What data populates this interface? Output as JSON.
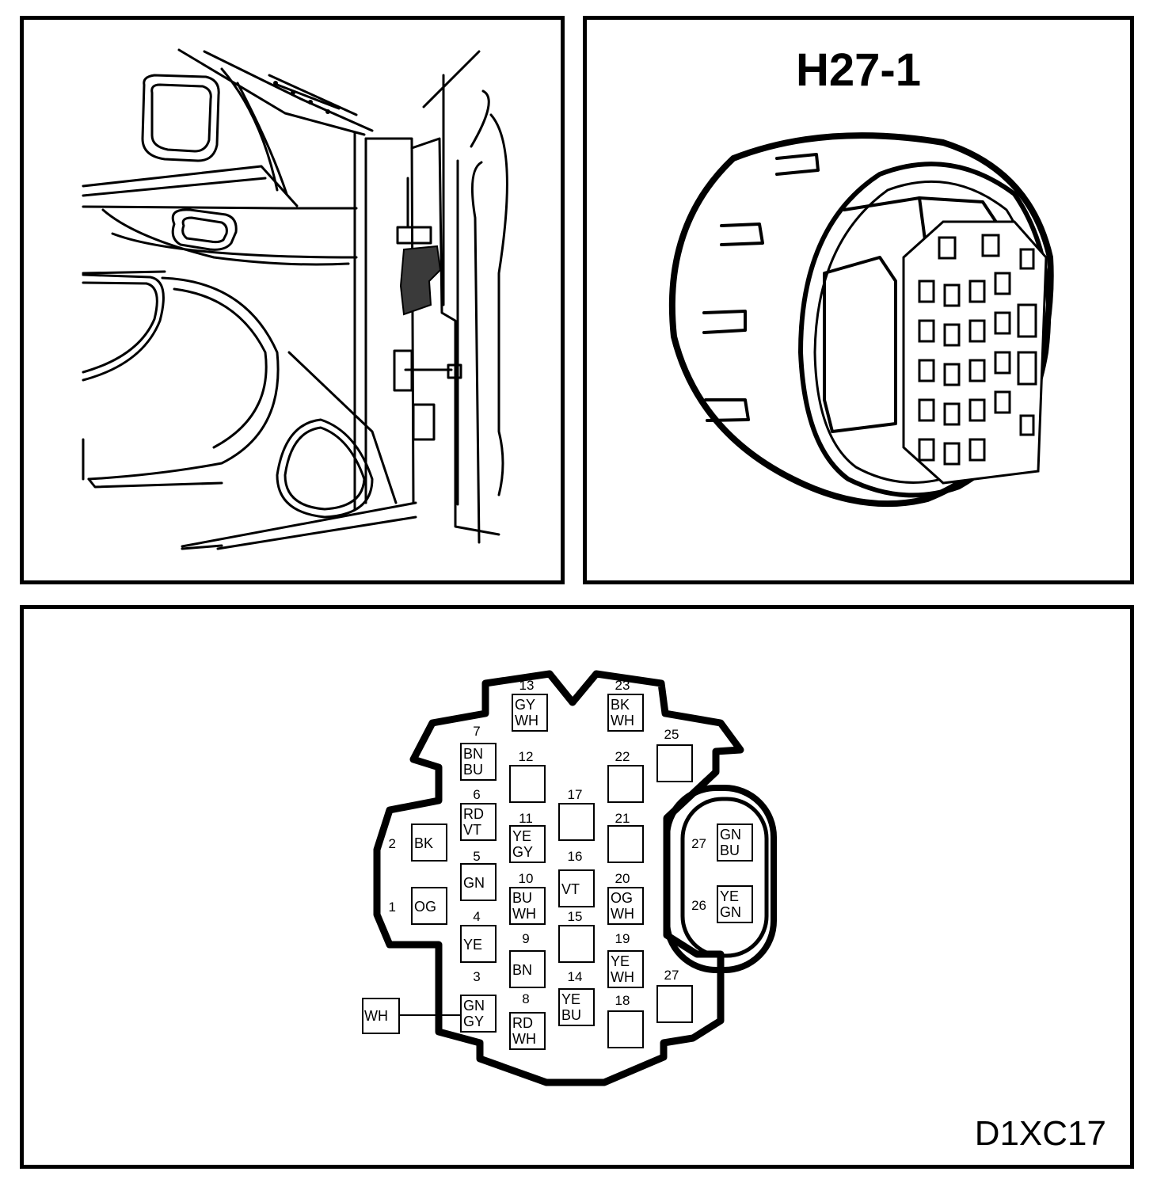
{
  "connector": {
    "title": "H27-1"
  },
  "figure_code": "D1XC17",
  "pins": [
    {
      "number": "13",
      "colors": [
        "GY",
        "WH"
      ]
    },
    {
      "number": "23",
      "colors": [
        "BK",
        "WH"
      ]
    },
    {
      "number": "7",
      "colors": [
        "BN",
        "BU"
      ]
    },
    {
      "number": "12",
      "colors": []
    },
    {
      "number": "22",
      "colors": []
    },
    {
      "number": "25",
      "colors": []
    },
    {
      "number": "6",
      "colors": [
        "RD",
        "VT"
      ]
    },
    {
      "number": "17",
      "colors": []
    },
    {
      "number": "11",
      "colors": [
        "YE",
        "GY"
      ]
    },
    {
      "number": "21",
      "colors": []
    },
    {
      "number": "2",
      "colors": [
        "BK"
      ]
    },
    {
      "number": "5",
      "colors": [
        "GN"
      ]
    },
    {
      "number": "16",
      "colors": [
        "VT"
      ]
    },
    {
      "number": "1",
      "colors": [
        "OG"
      ]
    },
    {
      "number": "10",
      "colors": [
        "BU",
        "WH"
      ]
    },
    {
      "number": "20",
      "colors": [
        "OG",
        "WH"
      ]
    },
    {
      "number": "4",
      "colors": [
        "YE"
      ]
    },
    {
      "number": "15",
      "colors": []
    },
    {
      "number": "9",
      "colors": [
        "BN"
      ]
    },
    {
      "number": "19",
      "colors": [
        "YE",
        "WH"
      ]
    },
    {
      "number": "3",
      "colors": [
        "GN",
        "GY"
      ]
    },
    {
      "number": "14",
      "colors": [
        "YE",
        "BU"
      ]
    },
    {
      "number": "27",
      "colors": []
    },
    {
      "number": "8",
      "colors": [
        "RD",
        "WH"
      ]
    },
    {
      "number": "18",
      "colors": []
    },
    {
      "number": "27",
      "colors": [
        "GN",
        "BU"
      ]
    },
    {
      "number": "26",
      "colors": [
        "YE",
        "GN"
      ]
    }
  ],
  "splice": {
    "label": "WH",
    "connects_to_pin": "3"
  }
}
